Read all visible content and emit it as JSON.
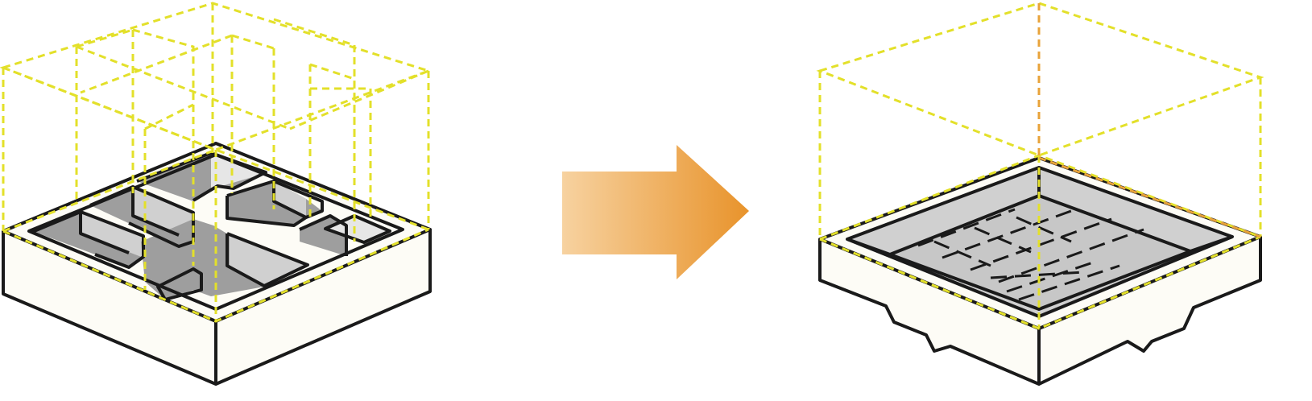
{
  "diagram": {
    "panels": [
      {
        "id": "before",
        "description_icon": "partitioned-foundation-block"
      },
      {
        "id": "after",
        "description_icon": "open-platform-foundation-block"
      }
    ],
    "arrow": {
      "icon": "right-arrow-gradient"
    }
  },
  "colors": {
    "outline": "#1a1a1a",
    "base_fill": "#fdfcf6",
    "pit_floor": "#9e9e9e",
    "pit_wall": "#d0d0d0",
    "pit_wall_light": "#e6e6e6",
    "dashed_volume": "#e3e02a",
    "arrow_start": "#f7d2a0",
    "arrow_end": "#e8932b",
    "accent_edge": "#e8a33a"
  }
}
